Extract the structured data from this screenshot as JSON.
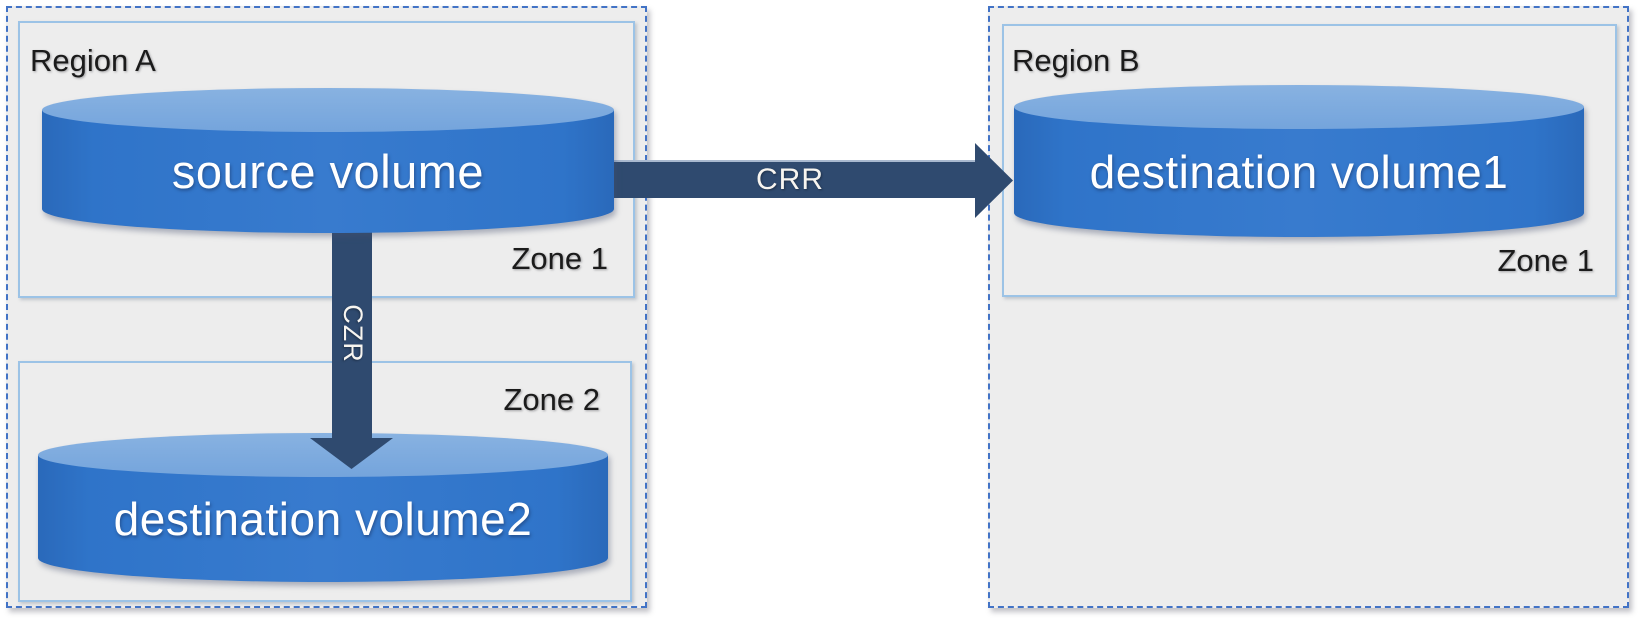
{
  "regions": [
    {
      "label": "Region A",
      "zones": [
        {
          "label": "Zone 1",
          "label_position": "bottom-right",
          "volume": {
            "name": "source volume",
            "shape": "cylinder"
          }
        },
        {
          "label": "Zone 2",
          "label_position": "top-right",
          "volume": {
            "name": "destination volume2",
            "shape": "cylinder"
          }
        }
      ]
    },
    {
      "label": "Region B",
      "zones": [
        {
          "label": "Zone 1",
          "label_position": "bottom-right",
          "volume": {
            "name": "destination volume1",
            "shape": "cylinder"
          }
        }
      ]
    }
  ],
  "arrows": [
    {
      "label": "CRR",
      "direction": "right",
      "from": "source volume",
      "to": "destination volume1"
    },
    {
      "label": "CZR",
      "direction": "down",
      "from": "source volume",
      "to": "destination volume2"
    }
  ],
  "colors": {
    "region_fill": "#EDEDED",
    "region_border_dashed": "#4273C6",
    "zone_border": "#9CC3E6",
    "cylinder_body": "#2F74C9",
    "cylinder_top": "#7AA9DE",
    "arrow": "#2F4A6F",
    "label_text": "#1B1B1B",
    "volume_text": "#FFFFFF"
  }
}
